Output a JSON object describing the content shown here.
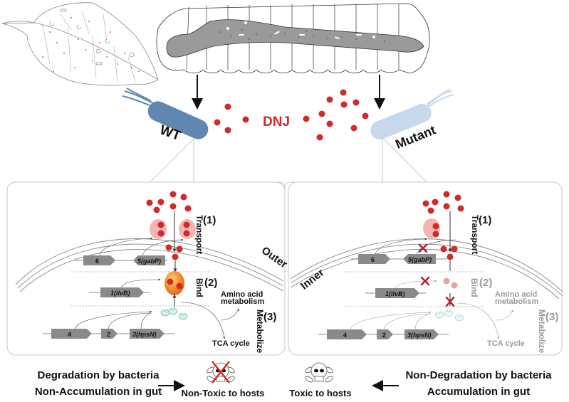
{
  "top": {
    "wt_label": "WT",
    "mutant_label": "Mutant",
    "compound_label": "DNJ"
  },
  "colors": {
    "dnj_red": "#d12a2a",
    "wt_blue": "#5f87b0",
    "mutant_blue": "#c8d9ec",
    "gene_gray": "#8a8a8a",
    "panel_border": "#c8c8c8",
    "faded_text": "#9a9a9a",
    "x_mark": "#b3202c"
  },
  "wt_panel": {
    "membrane_outer": "Outer",
    "steps": [
      {
        "num": "(1)",
        "label": "Transport"
      },
      {
        "num": "(2)",
        "label": "Bind"
      },
      {
        "num": "(3)",
        "label": "Metabolize"
      }
    ],
    "genes_row1": [
      "6",
      "5(gabP)"
    ],
    "genes_row2": [
      "1(ilvB)"
    ],
    "genes_row3": [
      "4",
      "2",
      "3(hpsN)"
    ],
    "products": [
      "Amino acid",
      "metabolism",
      "TCA cycle"
    ]
  },
  "mutant_panel": {
    "membrane_inner": "Inner",
    "steps": [
      {
        "num": "(1)",
        "label": "Transport"
      },
      {
        "num": "(2)",
        "label": "Bind"
      },
      {
        "num": "(3)",
        "label": "Metabolize"
      }
    ],
    "genes_row1": [
      "6",
      "5(gabP)"
    ],
    "genes_row2": [
      "1(ilvB)"
    ],
    "genes_row3": [
      "4",
      "2",
      "3(hpsN)"
    ],
    "products": [
      "Amino acid",
      "metabolism",
      "TCA cycle"
    ]
  },
  "bottom": {
    "left_line1": "Degradation by bacteria",
    "left_line2": "Non-Accumulation in gut",
    "left_outcome": "Non-Toxic to hosts",
    "right_outcome": "Toxic to hosts",
    "right_line1": "Non-Degradation by bacteria",
    "right_line2": "Accumulation in gut"
  }
}
